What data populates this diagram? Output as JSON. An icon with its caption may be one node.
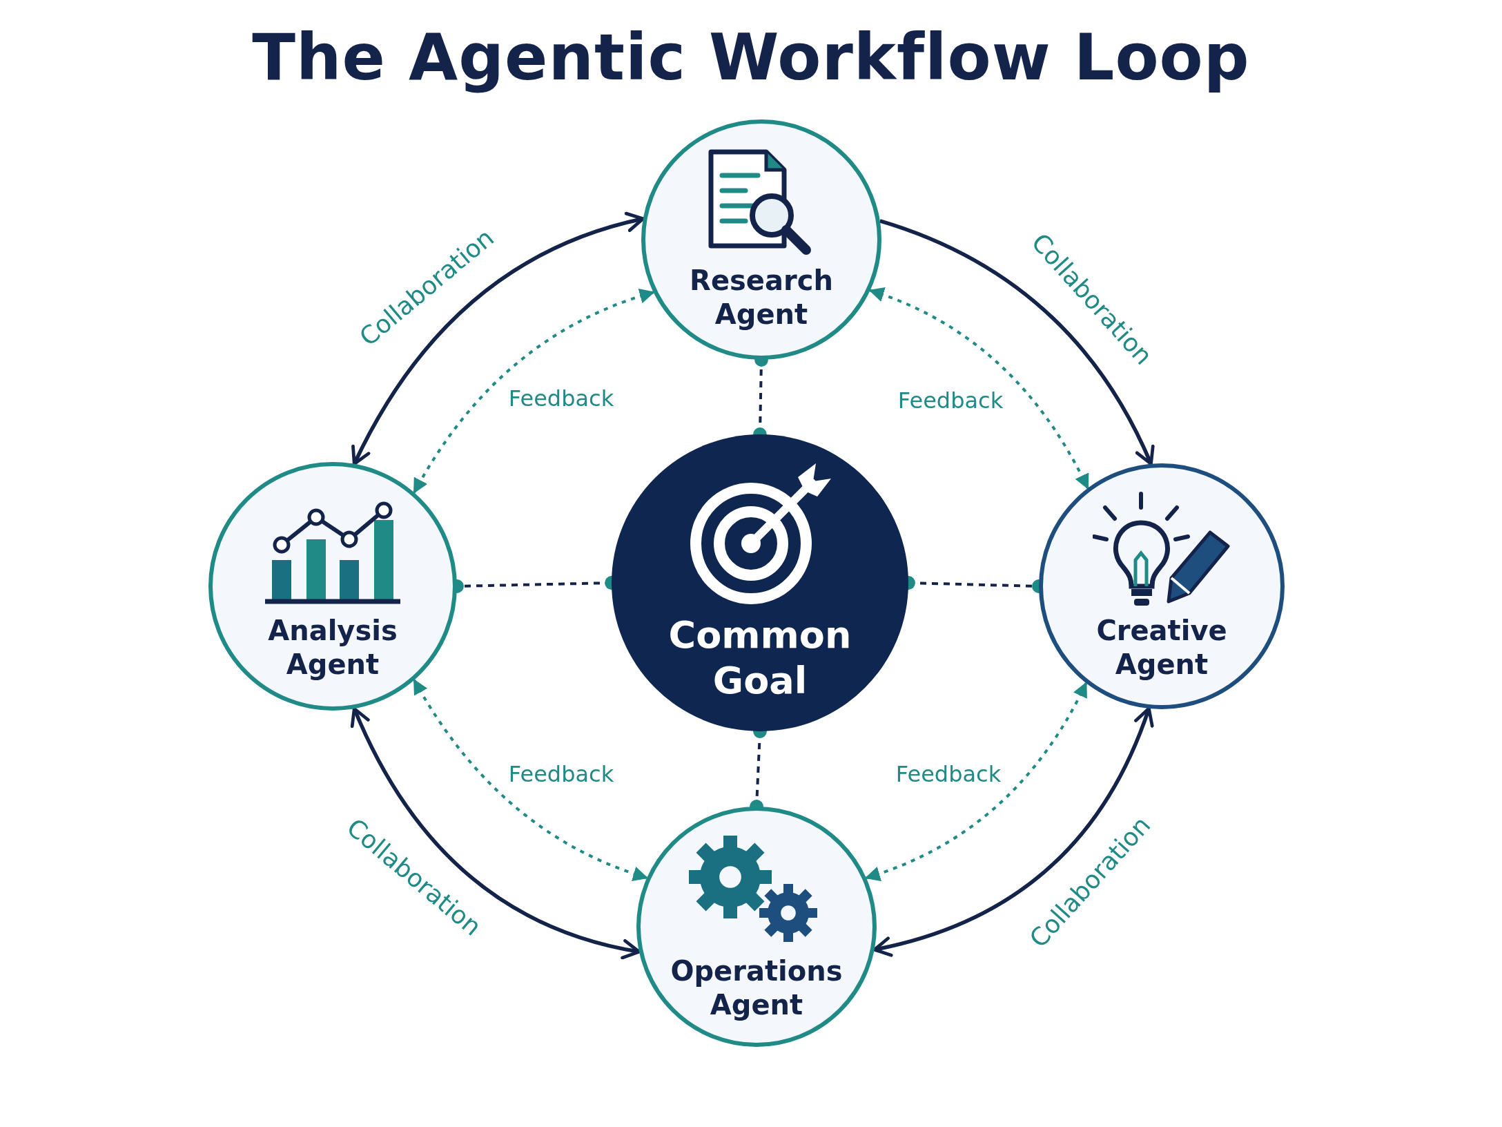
{
  "diagram": {
    "title": "The Agentic Workflow Loop",
    "nodes": [
      {
        "text": [
          "Research Agent"
        ]
      },
      {
        "text": [
          "Analysis Agent"
        ]
      },
      {
        "text": [
          "Common Goal"
        ]
      },
      {
        "text": [
          "Creative Agent"
        ]
      },
      {
        "text": [
          "Operations Agent"
        ]
      }
    ],
    "edges": [
      {
        "from": 0,
        "to": 1,
        "arrow": "both",
        "label": "Collaboration"
      },
      {
        "from": 0,
        "to": 3,
        "arrow": "to",
        "label": "Collaboration"
      },
      {
        "from": 3,
        "to": 4,
        "arrow": "both",
        "label": "Collaboration"
      },
      {
        "from": 1,
        "to": 4,
        "arrow": "both",
        "label": "Collaboration"
      },
      {
        "from": 0,
        "to": 1,
        "arrow": "both",
        "label": "Feedback",
        "style": "dashed",
        "color": "#1f8a86"
      },
      {
        "from": 0,
        "to": 3,
        "arrow": "both",
        "label": "Feedback",
        "style": "dashed",
        "color": "#1f8a86"
      },
      {
        "from": 1,
        "to": 4,
        "arrow": "both",
        "label": "Feedback",
        "style": "dashed",
        "color": "#1f8a86"
      },
      {
        "from": 3,
        "to": 4,
        "arrow": "both",
        "label": "Feedback",
        "style": "dashed",
        "color": "#1f8a86"
      },
      {
        "from": 2,
        "to": 0,
        "arrow": "other",
        "style": "dashed"
      },
      {
        "from": 2,
        "to": 1,
        "arrow": "other",
        "style": "dashed"
      },
      {
        "from": 2,
        "to": 3,
        "arrow": "other",
        "style": "dashed"
      },
      {
        "from": 2,
        "to": 4,
        "arrow": "other",
        "style": "dashed"
      }
    ]
  }
}
